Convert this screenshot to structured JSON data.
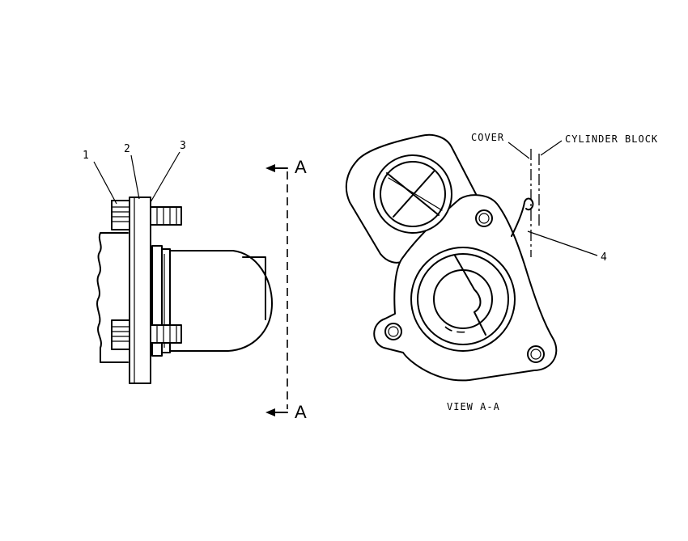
{
  "callouts": {
    "c1": "1",
    "c2": "2",
    "c3": "3",
    "c4": "4"
  },
  "section": {
    "top": "A",
    "bottom": "A"
  },
  "labels": {
    "cover": "COVER",
    "cylinder_block": "CYLINDER BLOCK",
    "view": "VIEW A-A"
  }
}
